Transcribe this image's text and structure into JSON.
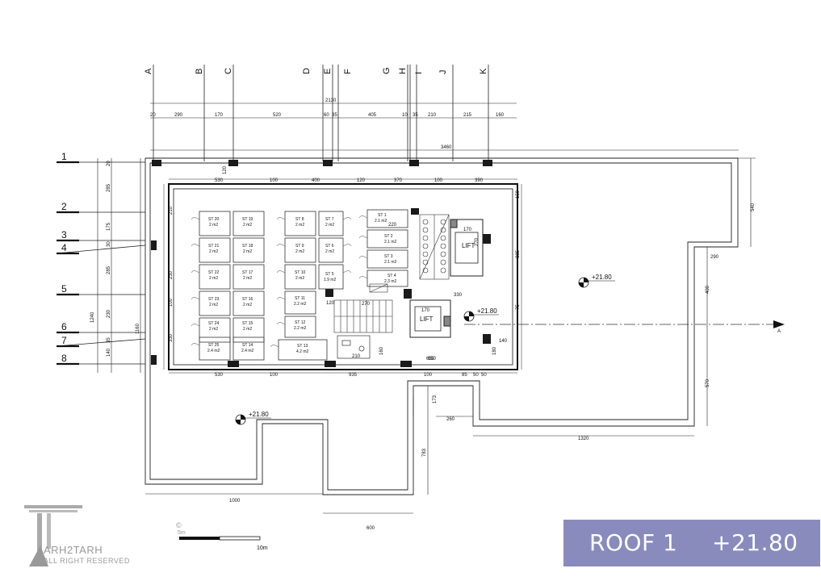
{
  "sheet": {
    "title": "ROOF 1",
    "level": "+21.80",
    "logo_name": "ARH2TARH",
    "logo_rights": "ALL RIGHT RESERVED",
    "copyright": "©",
    "scale_start": "5m",
    "scale_end": "10m"
  },
  "grid": {
    "letters": [
      "A",
      "B",
      "C",
      "D",
      "E",
      "F",
      "G",
      "H",
      "I",
      "J",
      "K"
    ],
    "numbers": [
      "1",
      "2",
      "3",
      "4",
      "5",
      "6",
      "7",
      "8"
    ]
  },
  "dims_top": [
    "20",
    "290",
    "170",
    "520",
    "60",
    "35",
    "405",
    "10",
    "35",
    "210",
    "215",
    "160"
  ],
  "dims_left": [
    "20",
    "285",
    "175",
    "30",
    "285",
    "230",
    "35",
    "140"
  ],
  "dims": {
    "overall_top": "2130",
    "overall_roof": "3460",
    "overall_left": "1240",
    "inner_left": "1160",
    "inner_top": [
      "530",
      "120",
      "100",
      "400",
      "120",
      "370",
      "100",
      "390"
    ],
    "inner_bottom": [
      "530",
      "100",
      "935",
      "100",
      "650",
      "85",
      "50",
      "50"
    ],
    "right_540": "540",
    "right_290": "290",
    "right_400": "400",
    "right_570": "570",
    "bottom_1320": "1320",
    "bottom_260": "260",
    "bottom_173": "173",
    "bottom_783": "783",
    "bottom_1000": "1000",
    "bottom_600": "600",
    "core_330": "330",
    "core_650": "650",
    "core_270": "270",
    "core_210": "210",
    "core_160": "160",
    "core_140": "140",
    "core_180": "180",
    "lift_170a": "170",
    "lift_270": "270",
    "lift_170b": "170",
    "misc_120": "120",
    "misc_220": "220",
    "misc_95": "95",
    "misc_80": "80",
    "misc_150": "150",
    "misc_335": "335",
    "misc_75": "75",
    "misc_210": "210",
    "misc_230": "230",
    "misc_100": "100",
    "misc_130": "130",
    "misc_330": "330"
  },
  "rooms": {
    "left_col": [
      {
        "name": "ST 20",
        "area": "2 m2"
      },
      {
        "name": "ST 21",
        "area": "2 m2"
      },
      {
        "name": "ST 22",
        "area": "2 m2"
      },
      {
        "name": "ST 23",
        "area": "2 m2"
      },
      {
        "name": "ST 24",
        "area": "2 m2"
      },
      {
        "name": "ST 25",
        "area": "2.4 m2"
      }
    ],
    "left_col2": [
      {
        "name": "ST 19",
        "area": "2 m2"
      },
      {
        "name": "ST 18",
        "area": "2 m2"
      },
      {
        "name": "ST 17",
        "area": "2 m2"
      },
      {
        "name": "ST 16",
        "area": "2 m2"
      },
      {
        "name": "ST 15",
        "area": "2 m2"
      },
      {
        "name": "ST 14",
        "area": "2.4 m2"
      }
    ],
    "mid_col": [
      {
        "name": "ST 8",
        "area": "2 m2"
      },
      {
        "name": "ST 9",
        "area": "2 m2"
      },
      {
        "name": "ST 10",
        "area": "2 m2"
      },
      {
        "name": "ST 11",
        "area": "2.2 m2"
      },
      {
        "name": "ST 12",
        "area": "2.2 m2"
      },
      {
        "name": "ST 13",
        "area": "4.2 m2"
      }
    ],
    "mid_col2": [
      {
        "name": "ST 7",
        "area": "2 m2"
      },
      {
        "name": "ST 6",
        "area": "2 m2"
      },
      {
        "name": "ST 5",
        "area": "1.9 m2"
      }
    ],
    "right_col": [
      {
        "name": "ST 1",
        "area": "2.1 m2"
      },
      {
        "name": "ST 2",
        "area": "2.1 m2"
      },
      {
        "name": "ST 3",
        "area": "2.1 m2"
      },
      {
        "name": "ST 4",
        "area": "2.3 m2"
      }
    ],
    "lift1": "LIFT",
    "lift2": "LIFT"
  },
  "levels": [
    "+21.80",
    "+21.80",
    "+21.80"
  ],
  "section_mark": "A"
}
